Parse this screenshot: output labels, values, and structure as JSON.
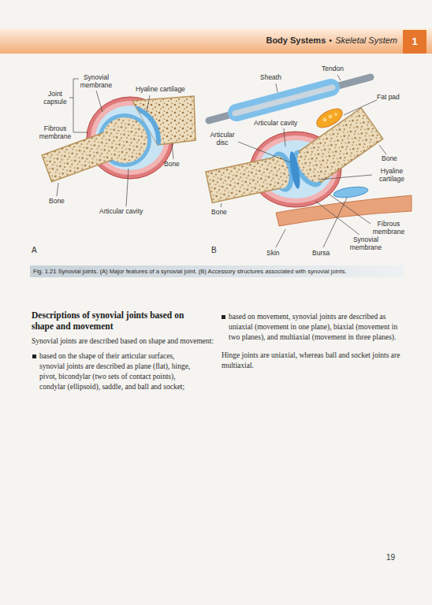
{
  "diagram": {
    "caption": "Fig. 1.21 Synovial joints. (A) Major features of a synovial joint. (B) Accessory structures associated with synovial joints.",
    "labels": [
      "Body Systems",
      "•",
      "Skeletal System",
      "1",
      "Synovial membrane",
      "Joint capsule",
      "Hyaline cartilage",
      "Fibrous membrane",
      "Bone",
      "Bone",
      "Articular cavity",
      "A",
      "Tendon",
      "Sheath",
      "Fat pad",
      "Articular cavity",
      "Articular disc",
      "Bone",
      "Hyaline cartilage",
      "Bone",
      "Fibrous membrane",
      "Synovial membrane",
      "Bursa",
      "Skin",
      "B",
      "Descriptions of synovial joints based on shape and movement",
      "Synovial joints are described based on shape and movement:",
      "based on the shape of their articular surfaces, synovial joints are described as plane (flat), hinge, pivot, bicondylar (two sets of contact points), condylar (ellipsoid), saddle, and ball and socket;",
      "based on movement, synovial joints are described as uniaxial (movement in one plane), biaxial (movement in two planes), and multiaxial (movement in three planes).",
      "Hinge joints are uniaxial, whereas ball and socket joints are multiaxial.",
      "19"
    ]
  }
}
